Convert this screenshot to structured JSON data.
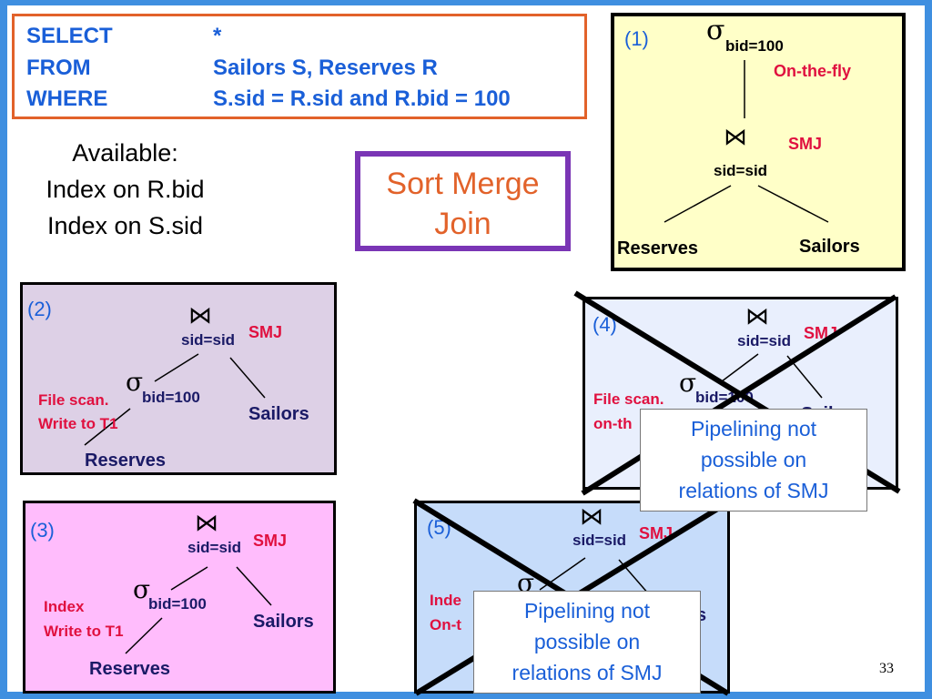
{
  "sql": {
    "select_kw": "SELECT",
    "select_val": "*",
    "from_kw": "FROM",
    "from_val": "Sailors S, Reserves R",
    "where_kw": "WHERE",
    "where_val": "S.sid =  R.sid and R.bid = 100"
  },
  "available": {
    "line1": "Available:",
    "line2": "Index on R.bid",
    "line3": "Index on S.sid"
  },
  "title_box": {
    "line1": "Sort Merge",
    "line2": "Join"
  },
  "sigma": "σ",
  "join_symbol": "⋈",
  "plans": [
    {
      "num": "(1)",
      "select_cond": "bid=100",
      "select_note": "On-the-fly",
      "join_method": "SMJ",
      "join_cond": "sid=sid",
      "left": "Reserves",
      "right": "Sailors",
      "color": "#ffffc8"
    },
    {
      "num": "(2)",
      "join_cond": "sid=sid",
      "join_method": "SMJ",
      "select_cond": "bid=100",
      "note1": "File scan.",
      "note2": "Write to T1",
      "inner": "Sailors",
      "outer": "Reserves",
      "color": "#ddd0e6"
    },
    {
      "num": "(3)",
      "join_cond": "sid=sid",
      "join_method": "SMJ",
      "select_cond": "bid=100",
      "note1": "Index",
      "note2": "Write to T1",
      "inner": "Sailors",
      "outer": "Reserves",
      "color": "#ffbcfc"
    },
    {
      "num": "(4)",
      "join_cond": "sid=sid",
      "join_method": "SMJ",
      "select_cond": "bid=100",
      "note1": "File scan.",
      "note2": "on-th",
      "inner": "Sailors",
      "color": "#e9effd"
    },
    {
      "num": "(5)",
      "join_cond": "sid=sid",
      "join_method": "SMJ",
      "note1": "Inde",
      "note2": "On-t",
      "inner": "s",
      "color": "#c6dcfa"
    }
  ],
  "pipelining_note": {
    "line1": "Pipelining not",
    "line2": "possible on",
    "line3": "relations of SMJ"
  },
  "page_number": "33"
}
